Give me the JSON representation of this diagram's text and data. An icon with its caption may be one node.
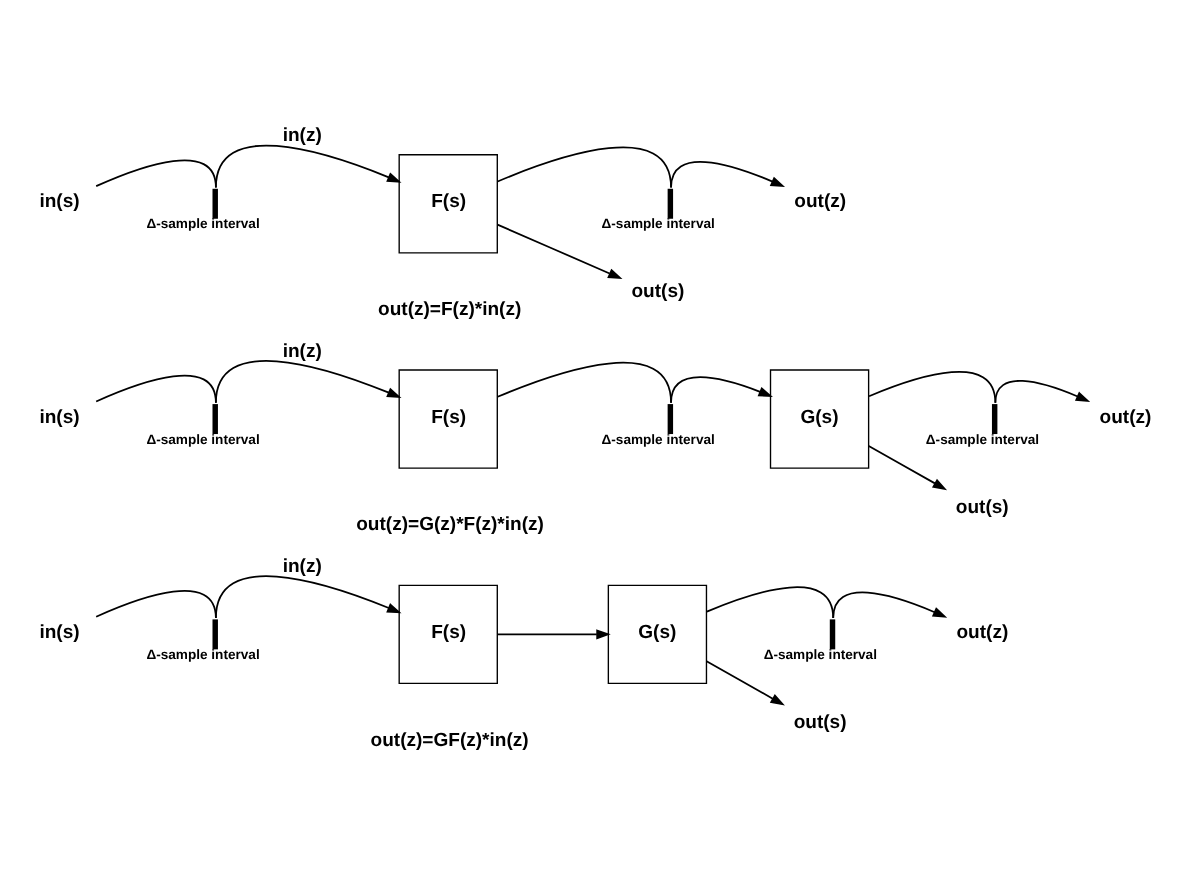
{
  "diagram": {
    "nodes": [
      {
        "text": [
          "in(s)"
        ]
      },
      {
        "text": [],
        "shape": "switch",
        "beside": [
          "Δ-sample interval"
        ]
      },
      {
        "text": [
          "F(s)"
        ]
      },
      {
        "text": [],
        "shape": "switch",
        "beside": [
          "Δ-sample interval"
        ]
      },
      {
        "text": [
          "out(s)"
        ]
      },
      {
        "text": [
          "out(z)"
        ]
      },
      {
        "text": [
          "in(s)"
        ]
      },
      {
        "text": [],
        "shape": "switch",
        "beside": [
          "Δ-sample interval"
        ]
      },
      {
        "text": [
          "F(s)"
        ]
      },
      {
        "text": [],
        "shape": "switch",
        "beside": [
          "Δ-sample interval"
        ]
      },
      {
        "text": [
          "G(s)"
        ]
      },
      {
        "text": [],
        "shape": "switch",
        "beside": [
          "Δ-sample interval"
        ]
      },
      {
        "text": [
          "out(s)"
        ]
      },
      {
        "text": [
          "out(z)"
        ]
      },
      {
        "text": [
          "in(s)"
        ]
      },
      {
        "text": [],
        "shape": "switch",
        "beside": [
          "Δ-sample interval"
        ]
      },
      {
        "text": [
          "F(s)"
        ]
      },
      {
        "text": [
          "G(s)"
        ]
      },
      {
        "text": [],
        "shape": "switch",
        "beside": [
          "Δ-sample interval"
        ]
      },
      {
        "text": [
          "out(s)"
        ]
      },
      {
        "text": [
          "out(z)"
        ]
      }
    ],
    "edges": [
      {
        "from": 0,
        "to": 1,
        "arrow": "none"
      },
      {
        "from": 1,
        "to": 2,
        "arrow": "to",
        "label": "in(z)"
      },
      {
        "from": 2,
        "to": 4,
        "arrow": "to"
      },
      {
        "from": 2,
        "to": 3,
        "arrow": "none"
      },
      {
        "from": 3,
        "to": 5,
        "arrow": "to"
      },
      {
        "from": 6,
        "to": 7,
        "arrow": "none"
      },
      {
        "from": 7,
        "to": 8,
        "arrow": "to",
        "label": "in(z)"
      },
      {
        "from": 8,
        "to": 9,
        "arrow": "none"
      },
      {
        "from": 9,
        "to": 10,
        "arrow": "to"
      },
      {
        "from": 10,
        "to": 12,
        "arrow": "to"
      },
      {
        "from": 10,
        "to": 11,
        "arrow": "none"
      },
      {
        "from": 11,
        "to": 13,
        "arrow": "to"
      },
      {
        "from": 14,
        "to": 15,
        "arrow": "none"
      },
      {
        "from": 15,
        "to": 16,
        "arrow": "to",
        "label": "in(z)"
      },
      {
        "from": 16,
        "to": 17,
        "arrow": "to"
      },
      {
        "from": 17,
        "to": 19,
        "arrow": "to"
      },
      {
        "from": 17,
        "to": 18,
        "arrow": "none"
      },
      {
        "from": 18,
        "to": 20,
        "arrow": "to"
      }
    ],
    "labels": [
      "out(z)=F(z)*in(z)",
      "out(z)=G(z)*F(z)*in(z)",
      "out(z)=GF(z)*in(z)"
    ]
  }
}
